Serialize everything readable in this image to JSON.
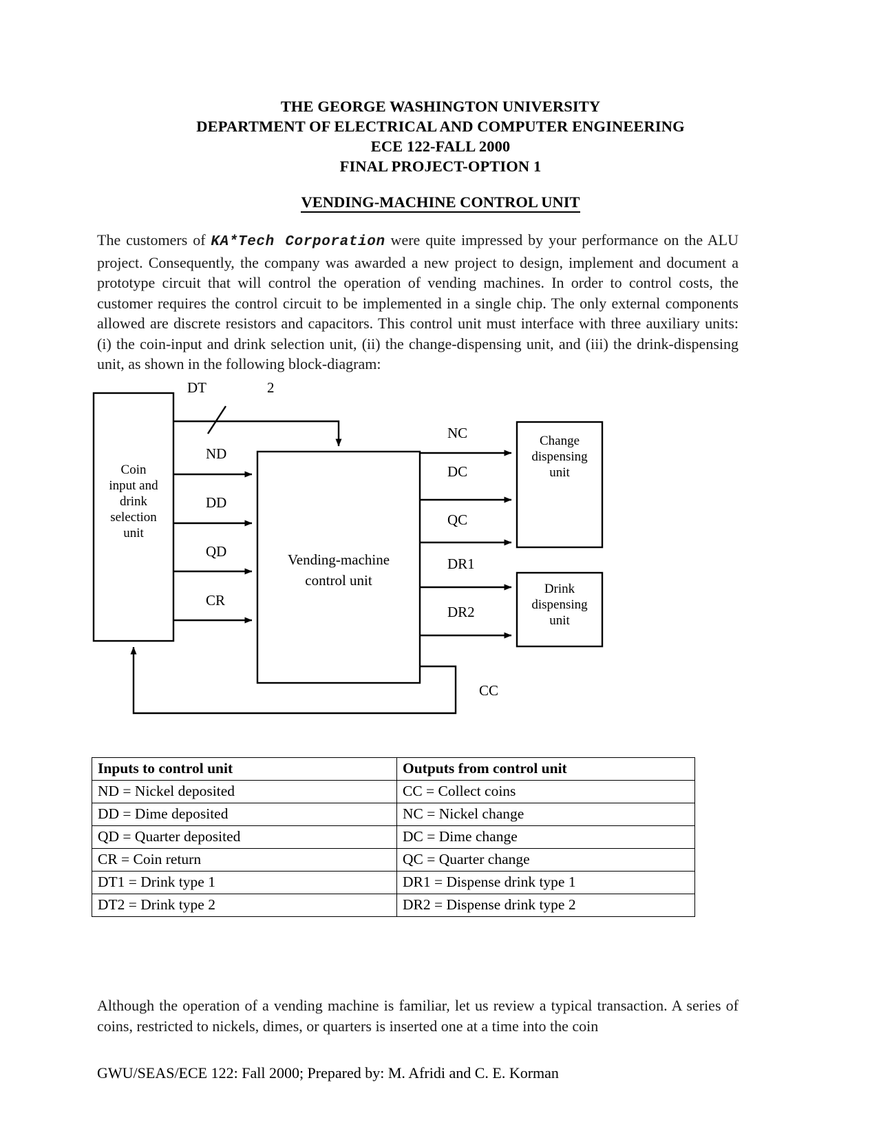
{
  "header": {
    "lines": [
      "THE GEORGE WASHINGTON UNIVERSITY",
      "DEPARTMENT OF ELECTRICAL AND COMPUTER ENGINEERING",
      "ECE 122-FALL 2000",
      "FINAL PROJECT-OPTION 1"
    ]
  },
  "doc_title": "VENDING-MACHINE CONTROL UNIT",
  "intro_paragraph": {
    "before_company": "The customers of ",
    "company": "KA*Tech Corporation",
    "after_company": " were quite impressed by your performance on the ALU project. Consequently, the company was awarded a new project to design, implement and document a prototype circuit that will control the operation of vending machines. In order to control costs, the customer requires the control circuit to be implemented in a single chip. The only external components allowed are discrete resistors and capacitors. This control unit must interface with three auxiliary units: (i) the coin-input  and drink selection unit, (ii) the change-dispensing unit, and (iii) the drink-dispensing unit, as shown in the following block-diagram:"
  },
  "diagram": {
    "boxes": {
      "coin_input": "Coin input and drink selection unit",
      "coin_input_lines": [
        "Coin",
        "input and",
        "drink",
        "selection",
        "unit"
      ],
      "control_unit_lines": [
        "Vending-machine",
        "control unit"
      ],
      "change_unit_lines": [
        "Change",
        "dispensing",
        "unit"
      ],
      "drink_unit_lines": [
        "Drink",
        "dispensing",
        "unit"
      ]
    },
    "signals": {
      "dt": "DT",
      "dt_width": "2",
      "nd": "ND",
      "dd": "DD",
      "qd": "QD",
      "cr": "CR",
      "nc": "NC",
      "dc": "DC",
      "qc": "QC",
      "dr1": "DR1",
      "dr2": "DR2",
      "cc": "CC"
    }
  },
  "io_table": {
    "headers": [
      "Inputs to control unit",
      "Outputs from control unit"
    ],
    "rows": [
      [
        "ND = Nickel deposited",
        "CC = Collect coins"
      ],
      [
        "DD = Dime deposited",
        "NC = Nickel change"
      ],
      [
        "QD = Quarter deposited",
        "DC = Dime change"
      ],
      [
        "CR = Coin return",
        "QC = Quarter change"
      ],
      [
        "DT1 = Drink type 1",
        "DR1 = Dispense drink type 1"
      ],
      [
        "DT2 = Drink type 2",
        "DR2 = Dispense drink type 2"
      ]
    ]
  },
  "transaction_paragraph": "Although the operation of a vending machine is familiar, let us review a typical transaction. A series of coins, restricted to nickels, dimes, or quarters is inserted one at a time into the coin",
  "footer": "GWU/SEAS/ECE 122: Fall 2000; Prepared by: M. Afridi and C. E. Korman"
}
